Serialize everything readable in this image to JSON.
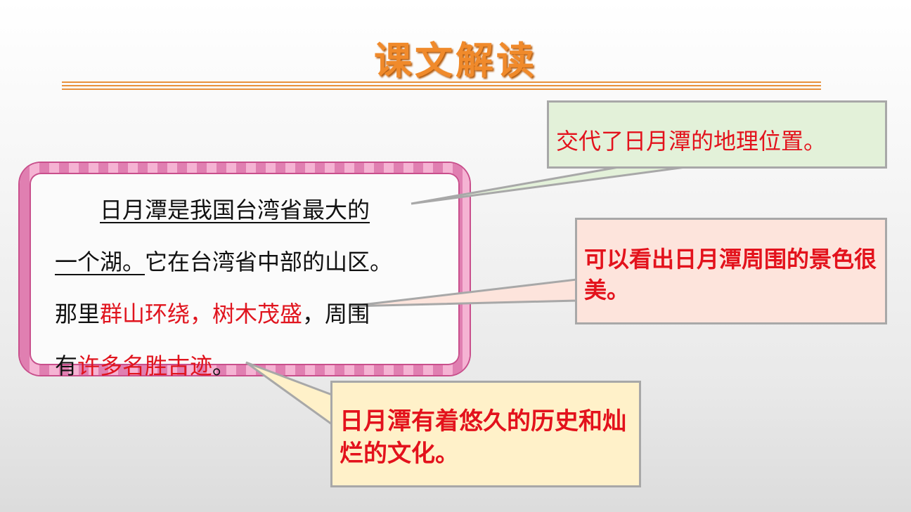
{
  "title": "课文解读",
  "passage": {
    "line1_underlined": "日月潭是我国台湾省最大的",
    "line2_underlined": "一个湖。",
    "line2_rest": "它在台湾省中部的山区。",
    "line3_prefix": "那里",
    "line3_red": "群山环绕，树木茂盛",
    "line3_suffix": "，周围",
    "line4_prefix": "有",
    "line4_red": "许多名胜古迹",
    "line4_suffix": "。"
  },
  "callouts": [
    {
      "text": "交代了日月潭的地理位置。"
    },
    {
      "text": "可以看出日月潭周围的景色很美。"
    },
    {
      "text": "日月潭有着悠久的历史和灿烂的文化。"
    }
  ],
  "colors": {
    "title": "#f08a2b",
    "highlight": "#e0141e",
    "callout1_bg": "#e3f1d9",
    "callout2_bg": "#fde4dc",
    "callout3_bg": "#fff1c9",
    "frame_pink": "#e07fb1"
  }
}
